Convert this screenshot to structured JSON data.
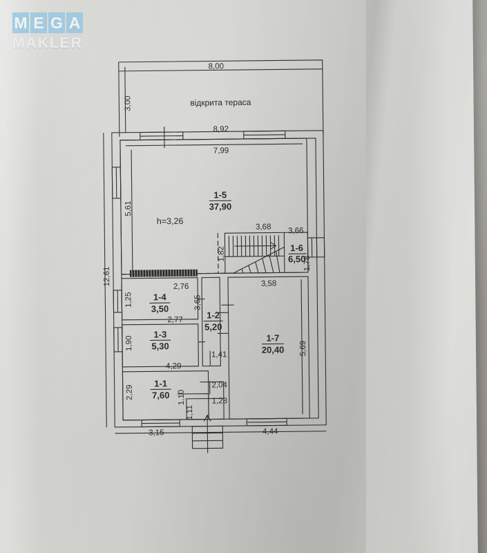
{
  "watermark": {
    "brand_cells": [
      "M",
      "E",
      "G",
      "A"
    ],
    "sub": "MAKLER",
    "cell_color": "#8fc2de"
  },
  "plan": {
    "title_note": "h=3,26",
    "terrace_label": "відкрита тераса",
    "rooms": [
      {
        "id": "1-1",
        "area": "7,60"
      },
      {
        "id": "1-2",
        "area": "5,20"
      },
      {
        "id": "1-3",
        "area": "5,30"
      },
      {
        "id": "1-4",
        "area": "3,50"
      },
      {
        "id": "1-5",
        "area": "37,90"
      },
      {
        "id": "1-6",
        "area": "6,50"
      },
      {
        "id": "1-7",
        "area": "20,40"
      }
    ],
    "dimensions": {
      "terrace_top": "8,00",
      "terrace_left": "3,00",
      "outer_top": "8,92",
      "inner_top": "7,99",
      "left_total": "12,61",
      "room5_left": "5,61",
      "stair_top": "3,68",
      "stair_dash": "1,82",
      "r6_top": "3,66",
      "r6_right": "1,78",
      "r4_top": "2,76",
      "r4_left": "1,25",
      "r3_top": "2,77",
      "r3_left": "1,90",
      "r2_left": "3,65",
      "r2_bottom": "1,41",
      "r1_top": "4,29",
      "r1_left": "2,29",
      "r1_bottom": "3,15",
      "vest_top": "2,04",
      "vest_inner": "1,28",
      "vest_left": "1,10",
      "vest_stair": "1,11",
      "r7_top": "3,58",
      "r7_right": "5,69",
      "r7_bottom": "4,44"
    }
  }
}
